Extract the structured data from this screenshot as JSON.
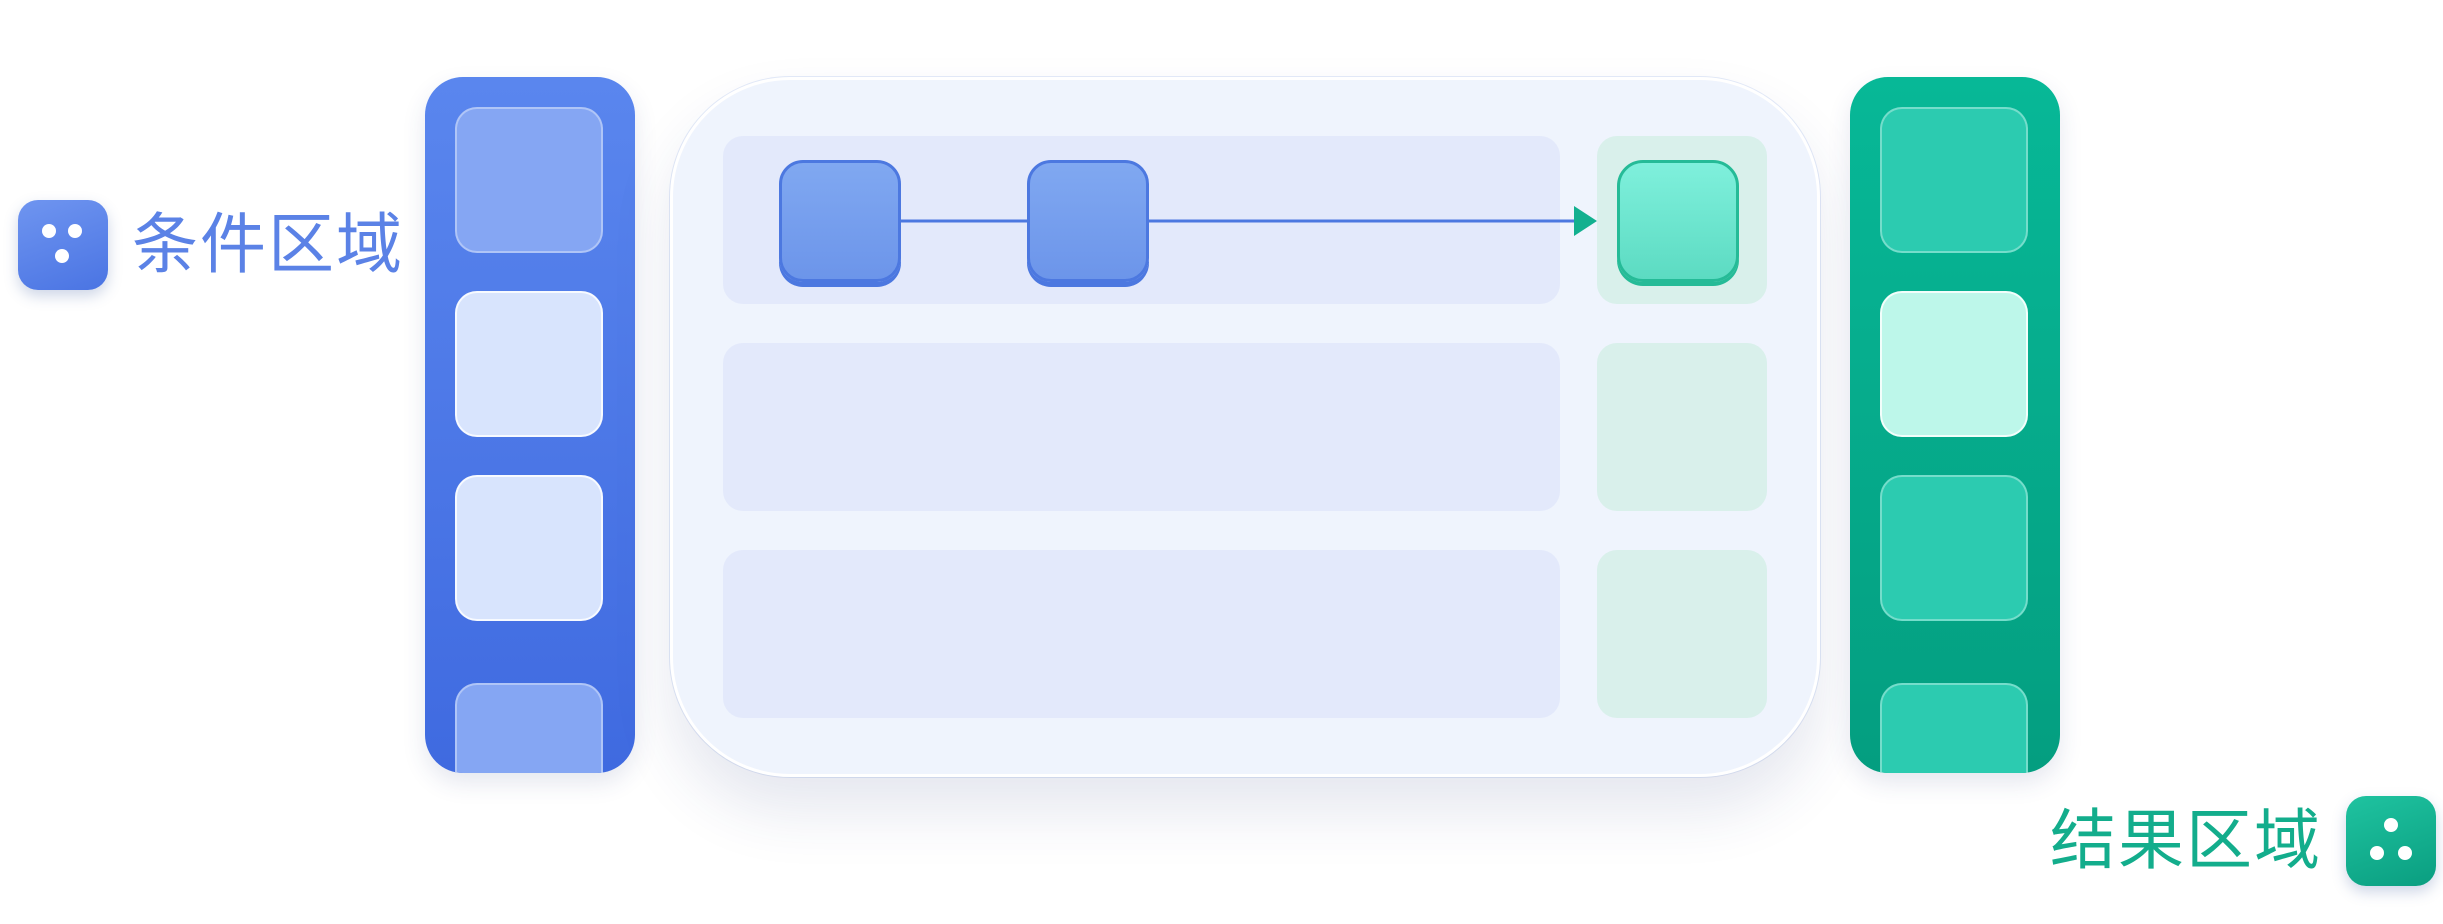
{
  "labels": {
    "condition": "条件区域",
    "result": "结果区域"
  },
  "colors": {
    "condition_accent": "#4a74e3",
    "result_accent": "#07b897",
    "board_background": "#eff4fd",
    "row_bar": "#e3e9fb",
    "row_cell": "#d9f0eb",
    "connector": "#4c78e0",
    "arrowhead": "#12b08f"
  },
  "icons": {
    "condition_badge": "three-dots-badge-icon",
    "result_badge": "three-dots-badge-icon"
  },
  "condition_column": {
    "slots": [
      "faint",
      "light",
      "light",
      "faint"
    ]
  },
  "result_column": {
    "slots": [
      "faint",
      "light",
      "faint",
      "faint"
    ]
  },
  "board": {
    "rows": 3,
    "active_row": 1,
    "condition_nodes_in_active_row": 2,
    "result_nodes_in_active_row": 1
  }
}
